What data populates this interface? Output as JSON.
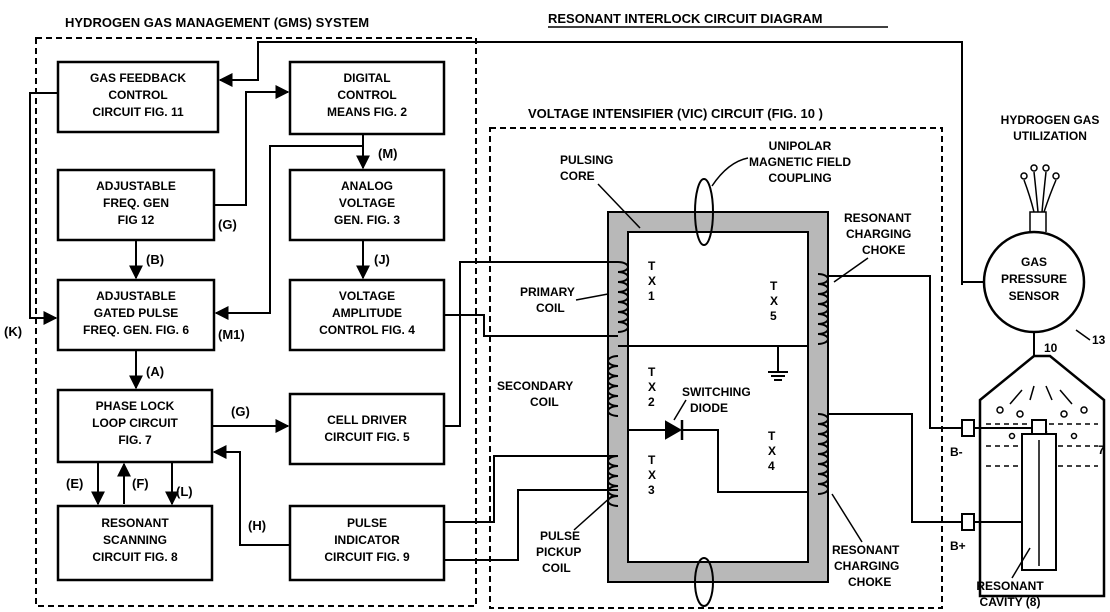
{
  "titles": {
    "gms": "HYDROGEN GAS MANAGEMENT (GMS) SYSTEM",
    "resonant": "RESONANT INTERLOCK CIRCUIT DIAGRAM",
    "vic": "VOLTAGE INTENSIFIER (VIC) CIRCUIT (FIG. 10 )",
    "utilization": [
      "HYDROGEN GAS",
      "UTILIZATION"
    ]
  },
  "blocks": {
    "gas_feedback": [
      "GAS FEEDBACK",
      "CONTROL",
      "CIRCUIT FIG. 11"
    ],
    "digital_control": [
      "DIGITAL",
      "CONTROL",
      "MEANS FIG. 2"
    ],
    "adjustable_freq": [
      "ADJUSTABLE",
      "FREQ. GEN",
      "FIG 12"
    ],
    "analog_voltage": [
      "ANALOG",
      "VOLTAGE",
      "GEN. FIG. 3"
    ],
    "gated_pulse": [
      "ADJUSTABLE",
      "GATED PULSE",
      "FREQ. GEN. FIG. 6"
    ],
    "voltage_amplitude": [
      "VOLTAGE",
      "AMPLITUDE",
      "CONTROL FIG. 4"
    ],
    "phase_lock": [
      "PHASE LOCK",
      "LOOP CIRCUIT",
      "FIG. 7"
    ],
    "cell_driver": [
      "CELL DRIVER",
      "CIRCUIT FIG. 5"
    ],
    "resonant_scanning": [
      "RESONANT",
      "SCANNING",
      "CIRCUIT FIG. 8"
    ],
    "pulse_indicator": [
      "PULSE",
      "INDICATOR",
      "CIRCUIT FIG. 9"
    ]
  },
  "signals": {
    "K": "(K)",
    "G1": "(G)",
    "M": "(M)",
    "B": "(B)",
    "J": "(J)",
    "M1": "(M1)",
    "A": "(A)",
    "G2": "(G)",
    "E": "(E)",
    "F": "(F)",
    "L": "(L)",
    "H": "(H)"
  },
  "vic_labels": {
    "pulsing_core": [
      "PULSING",
      "CORE"
    ],
    "unipolar": [
      "UNIPOLAR",
      "MAGNETIC FIELD",
      "COUPLING"
    ],
    "primary_coil": [
      "PRIMARY",
      "COIL"
    ],
    "secondary_coil": [
      "SECONDARY",
      "COIL"
    ],
    "switching_diode": [
      "SWITCHING",
      "DIODE"
    ],
    "pulse_pickup": [
      "PULSE",
      "PICKUP",
      "COIL"
    ],
    "charging_choke_top": [
      "RESONANT",
      "CHARGING",
      "CHOKE"
    ],
    "charging_choke_bottom": [
      "RESONANT",
      "CHARGING",
      "CHOKE"
    ],
    "tx1": [
      "T",
      "X",
      "1"
    ],
    "tx2": [
      "T",
      "X",
      "2"
    ],
    "tx3": [
      "T",
      "X",
      "3"
    ],
    "tx4": [
      "T",
      "X",
      "4"
    ],
    "tx5": [
      "T",
      "X",
      "5"
    ]
  },
  "cavity": {
    "sensor": [
      "GAS",
      "PRESSURE",
      "SENSOR"
    ],
    "ref_10": "10",
    "ref_13": "13",
    "ref_7": "7",
    "b_minus": "B-",
    "b_plus": "B+",
    "resonant_cavity": [
      "RESONANT",
      "CAVITY (8)"
    ]
  }
}
